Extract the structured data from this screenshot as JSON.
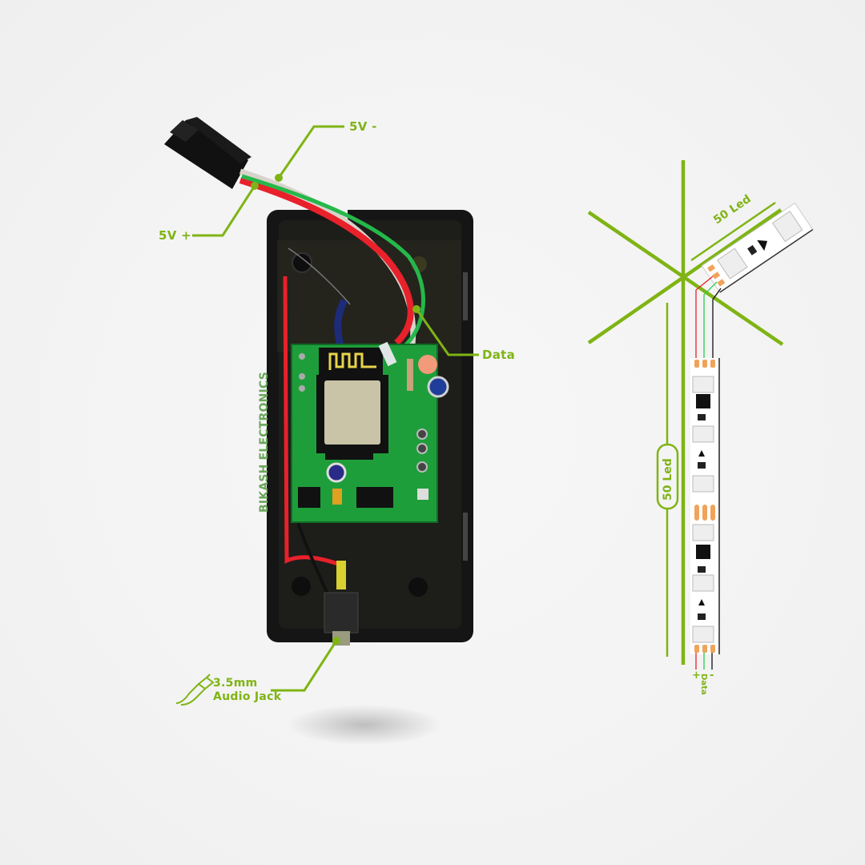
{
  "labels": {
    "v5_minus": "5V -",
    "v5_plus": "5V +",
    "data": "Data",
    "brand": "BIKASH ELECTRONICS",
    "jack_line1": "3.5mm",
    "jack_line2": "Audio Jack"
  },
  "strip": {
    "angled_label": "50 Led",
    "vertical_label": "50 Led",
    "pin_plus": "+",
    "pin_data": "Data",
    "pin_minus": "-"
  },
  "colors": {
    "accent_green": "#7fb414",
    "brand_green": "#6aa65a",
    "pcb_green": "#1e9e3a",
    "enclosure_black": "#141414",
    "wire_red": "#e8212b",
    "wire_green": "#25b84a",
    "wire_white": "#d9d3cc",
    "pad_orange": "#f0a35a",
    "background": "#f4f4f4"
  }
}
